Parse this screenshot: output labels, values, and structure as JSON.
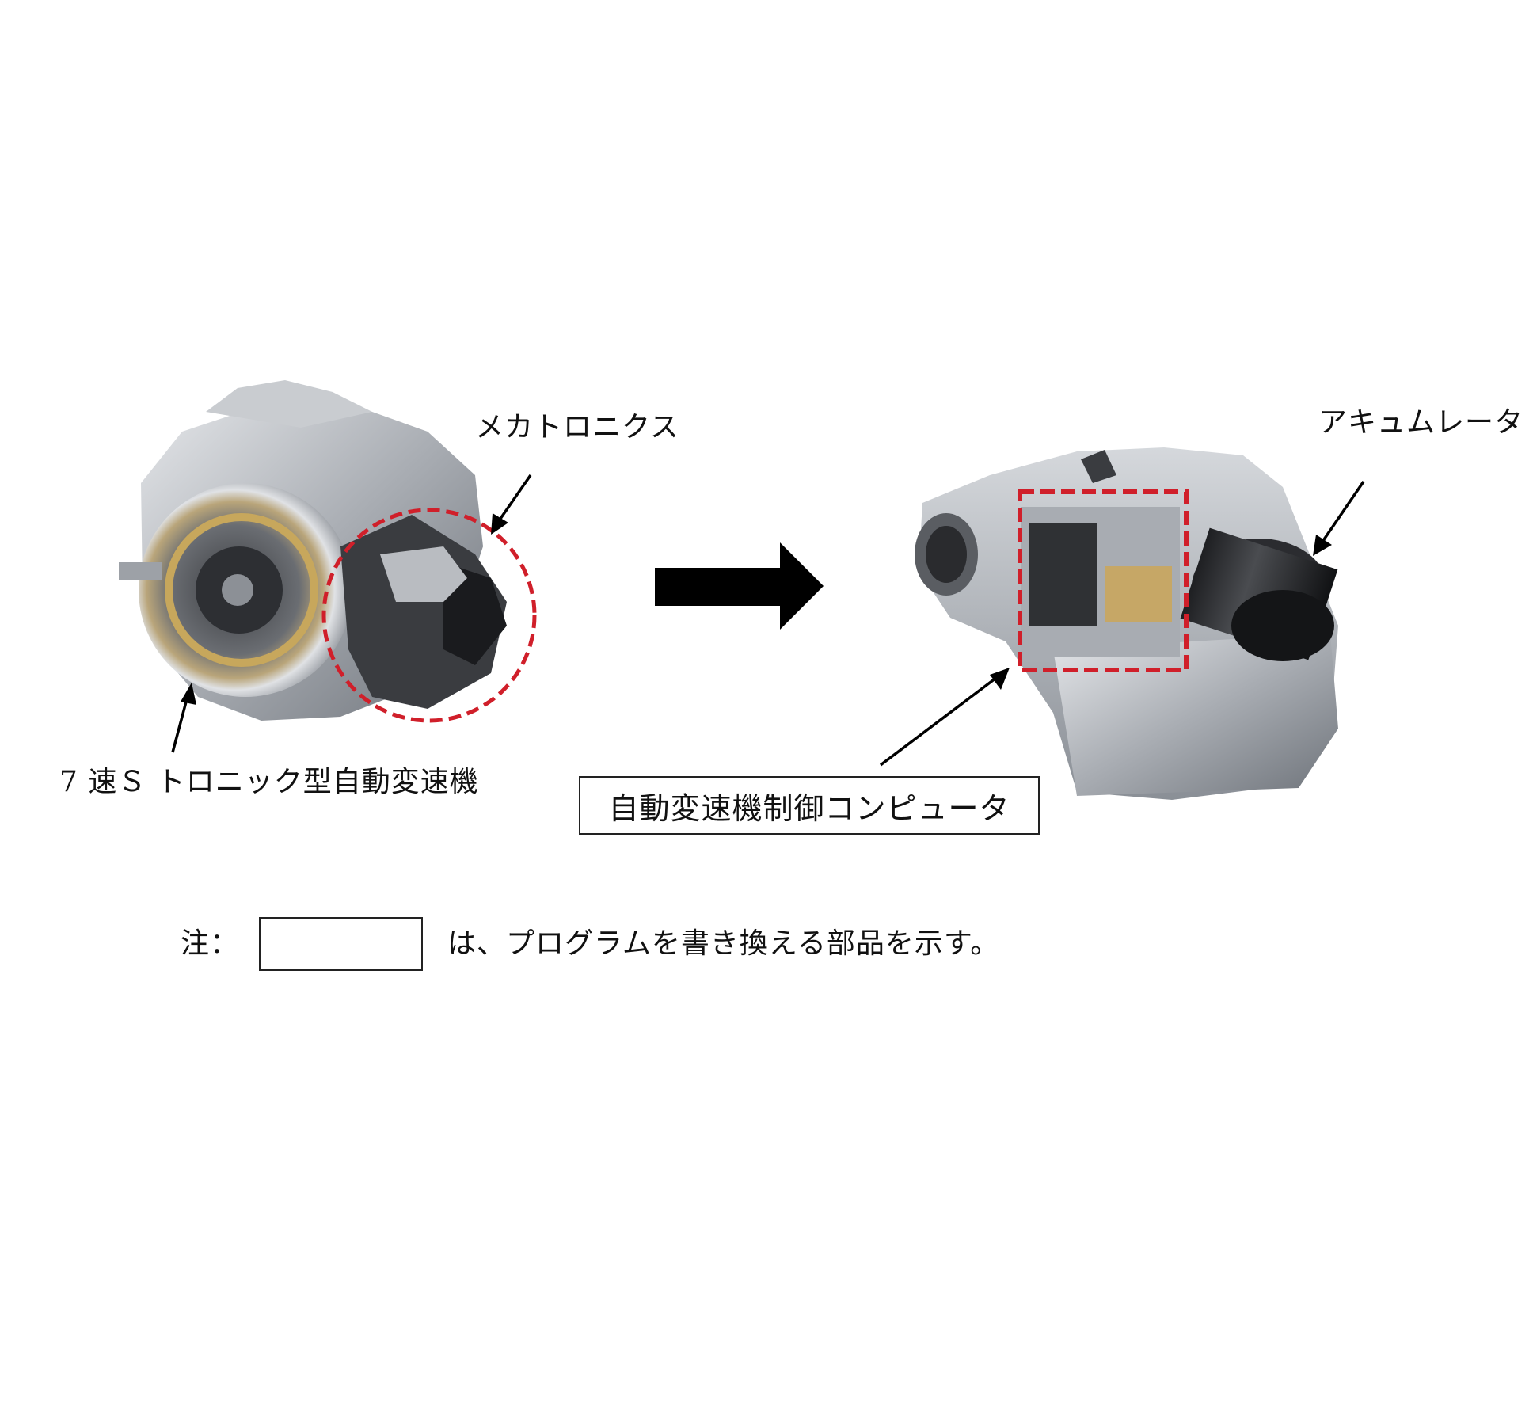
{
  "labels": {
    "mechatronics": "メカトロニクス",
    "accumulator": "アキュムレータ",
    "transmission": "7 速Ｓ トロニック型自動変速機",
    "tcu": "自動変速機制御コンピュータ"
  },
  "note": {
    "prefix": "注：",
    "text": "は、プログラムを書き換える部品を示す。"
  },
  "colors": {
    "highlight": "#d01f2a",
    "arrow": "#000000"
  },
  "icons": [
    "transmission-photo",
    "mechatronics-photo",
    "flow-arrow-icon",
    "pointer-arrow-icon"
  ]
}
